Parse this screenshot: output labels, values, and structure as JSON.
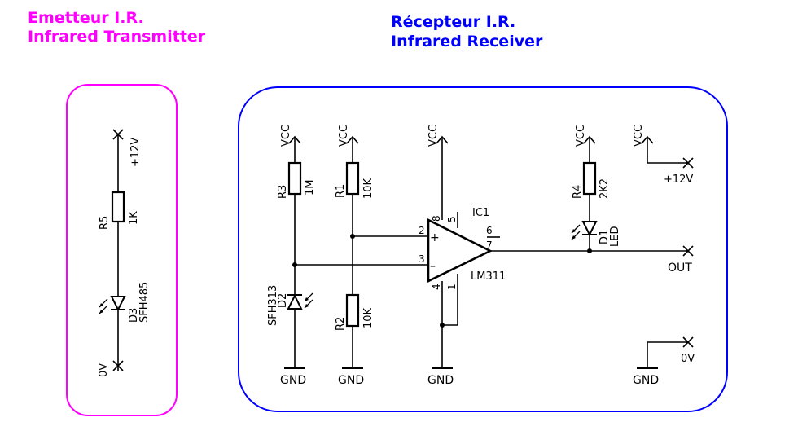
{
  "transmitter": {
    "title_fr": "Emetteur I.R.",
    "title_en": "Infrared Transmitter",
    "border_color": "#ff00ff",
    "supply": "+12V",
    "ground": "0V",
    "r5_ref": "R5",
    "r5_value": "1K",
    "d3_ref": "D3",
    "d3_part": "SFH485"
  },
  "receiver": {
    "title_fr": "Récepteur I.R.",
    "title_en": "Infrared Receiver",
    "border_color": "#0000ff",
    "vcc": "VCC",
    "gnd": "GND",
    "r3_ref": "R3",
    "r3_value": "1M",
    "r1_ref": "R1",
    "r1_value": "10K",
    "r2_ref": "R2",
    "r2_value": "10K",
    "r4_ref": "R4",
    "r4_value": "2K2",
    "d2_ref": "D2",
    "d2_part": "SFH313",
    "d1_ref": "D1",
    "d1_part": "LED",
    "ic_ref": "IC1",
    "ic_part": "LM311",
    "pin2": "2",
    "pin3": "3",
    "pin4": "4",
    "pin5": "5",
    "pin6": "6",
    "pin7": "7",
    "pin8": "8",
    "pin1": "1",
    "plus": "+",
    "minus": "–",
    "out_label": "OUT",
    "supply_label": "+12V",
    "zero_label": "0V"
  }
}
